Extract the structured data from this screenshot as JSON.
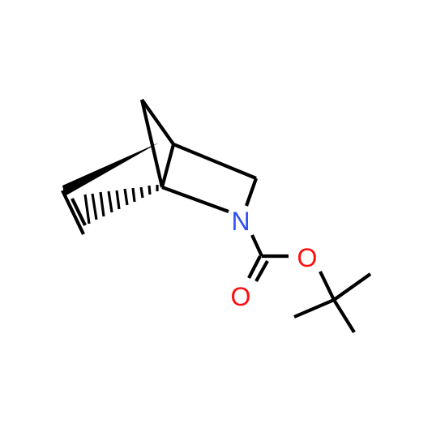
{
  "molecule": {
    "atoms": {
      "nitrogen": {
        "symbol": "N",
        "color": "#3050F8"
      },
      "ester_oxygen": {
        "symbol": "O",
        "color": "#FF0D0D"
      },
      "carbonyl_oxygen": {
        "symbol": "O",
        "color": "#FF0D0D"
      }
    },
    "bond_color": "#000000",
    "background": "#FFFFFF"
  }
}
